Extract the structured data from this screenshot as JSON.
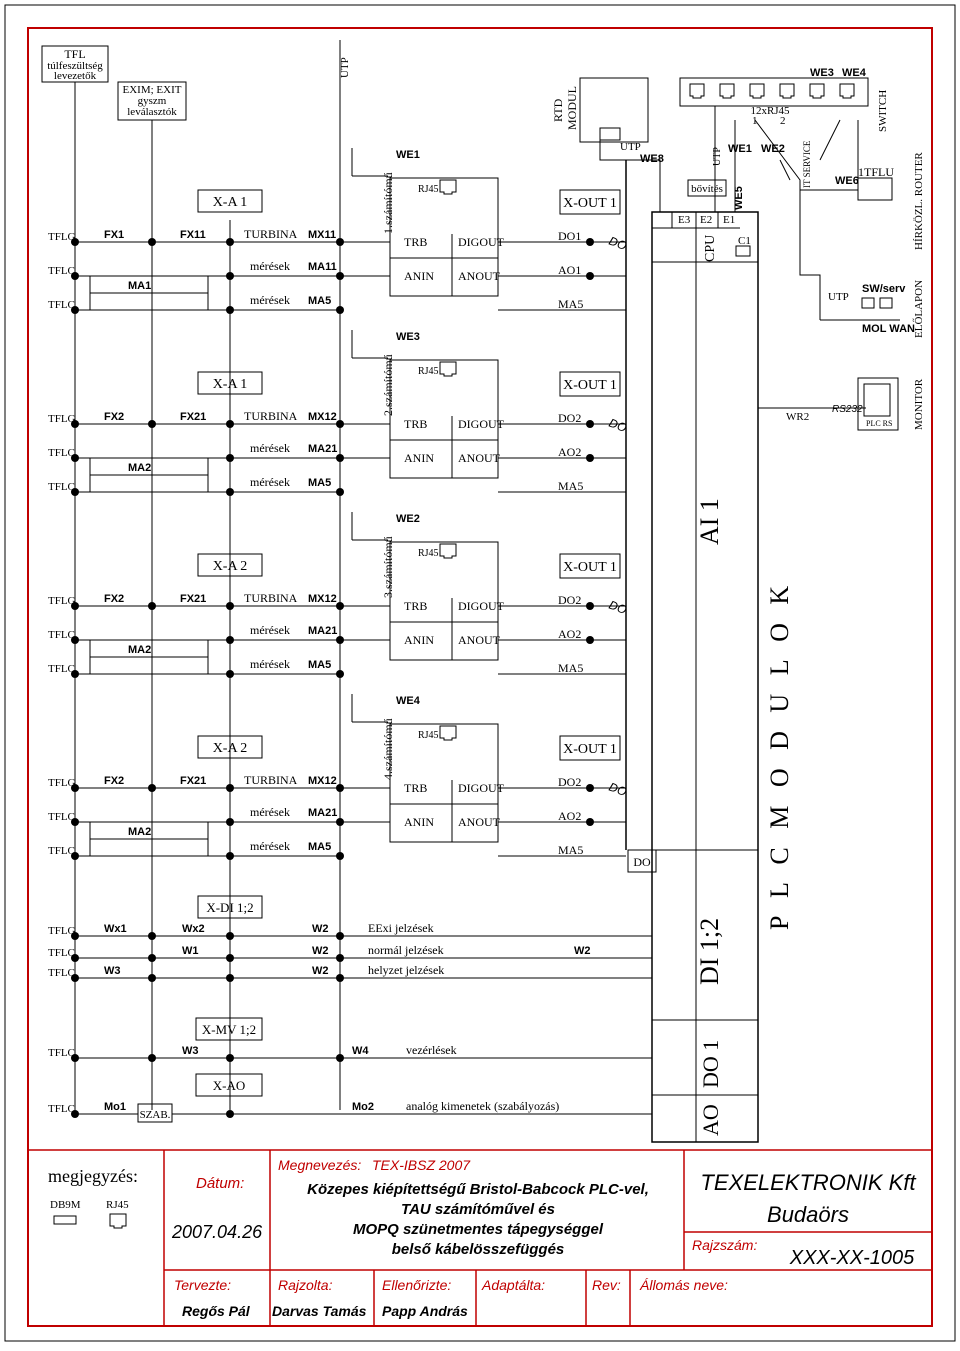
{
  "top_left": {
    "tfl": "TFL",
    "tfl_desc_1": "túlfeszültség",
    "tfl_desc_2": "levezetők",
    "exim": "EXIM; EXIT",
    "exim_desc_1": "gyszm",
    "exim_desc_2": "leválasztók",
    "utp": "UTP"
  },
  "top_right": {
    "rtd": "RTD",
    "modul": "MODUL",
    "utp": "UTP",
    "we8": "WE8",
    "utp2": "UTP",
    "we1": "WE1",
    "we2": "WE2",
    "bovites": "bővítés",
    "we5": "WE5",
    "it_service": "IT SERVICE",
    "we6": "WE6",
    "tflu": "1TFLU",
    "hirkozl": "HÍRKÖZL. ROUTER",
    "we3": "WE3",
    "we4": "WE4",
    "rj45x12": "12xRJ45",
    "n1": "1",
    "n2": "2",
    "switch": "SWITCH",
    "e3": "E3",
    "e2": "E2",
    "e1": "E1",
    "cpu": "CPU",
    "c1": "C1",
    "sw_serv": "SW/serv",
    "utp3": "UTP",
    "mol_wan": "MOL WAN",
    "elolapon": "ELŐLAPON",
    "wr2": "WR2",
    "rs232": "RS232",
    "plc_rs": "PLC RS",
    "monitor": "MONITOR"
  },
  "sections": [
    {
      "xa": "X-A 1",
      "we": "WE1",
      "szam": "1.számítómű",
      "fx": "FX1",
      "fx2": "FX11",
      "mx": "MX11",
      "ma": "MA1",
      "ma_r": "MA11",
      "do": "DO1",
      "ao": "AO1"
    },
    {
      "xa": "X-A 1",
      "we": "WE3",
      "szam": "2.számítómű",
      "fx": "FX2",
      "fx2": "FX21",
      "mx": "MX12",
      "ma": "MA2",
      "ma_r": "MA21",
      "do": "DO2",
      "ao": "AO2"
    },
    {
      "xa": "X-A 2",
      "we": "WE2",
      "szam": "3.számítómű",
      "fx": "FX2",
      "fx2": "FX21",
      "mx": "MX12",
      "ma": "MA2",
      "ma_r": "MA21",
      "do": "DO2",
      "ao": "AO2"
    },
    {
      "xa": "X-A 2",
      "we": "WE4",
      "szam": "4.számítómű",
      "fx": "FX2",
      "fx2": "FX21",
      "mx": "MX12",
      "ma": "MA2",
      "ma_r": "MA21",
      "do": "DO2",
      "ao": "AO2"
    }
  ],
  "common": {
    "tflg": "TFLG",
    "tflc": "TFLC",
    "turbina": "TURBINA",
    "meresek": "mérések",
    "ma5": "MA5",
    "rj45": "RJ45",
    "trb": "TRB",
    "digout": "DIGOUT",
    "anin": "ANIN",
    "anout": "ANOUT",
    "xout": "X-OUT 1",
    "do_it": "DO"
  },
  "di": {
    "xdi": "X-DI 1;2",
    "wx1": "Wx1",
    "wx2": "Wx2",
    "w1": "W1",
    "w3": "W3",
    "w2": "W2",
    "eexi": "EExi jelzések",
    "normal": "normál jelzések",
    "helyzet": "helyzet jelzések",
    "do_box": "DO"
  },
  "mv": {
    "xmv": "X-MV 1;2",
    "w3": "W3",
    "w4": "W4",
    "vezerlesek": "vezérlések",
    "xao": "X-AO",
    "mo1": "Mo1",
    "szab": "SZAB.",
    "mo2": "Mo2",
    "analog": "analóg kimenetek (szabályozás)"
  },
  "plc": {
    "ai": "AI 1",
    "di": "DI 1;2",
    "do": "DO 1",
    "ao": "AO",
    "modulok": "P L C   M O D U L O K"
  },
  "title_block": {
    "megjegyzes": "megjegyzés:",
    "db9m": "DB9M",
    "rj45": "RJ45",
    "datum_label": "Dátum:",
    "datum": "2007.04.26",
    "megnevezes_label": "Megnevezés:",
    "megnevezes_code": "TEX-IBSZ 2007",
    "desc1": "Közepes kiépítettségű Bristol-Babcock PLC-vel,",
    "desc2": "TAU számítóművel és",
    "desc3": "MOPQ szünetmentes tápegységgel",
    "desc4": "belső kábelösszefüggés",
    "company1": "TEXELEKTRONIK Kft",
    "company2": "Budaörs",
    "rajzszam_label": "Rajzszám:",
    "rajzszam": "XXX-XX-1005",
    "tervezte_label": "Tervezte:",
    "tervezte": "Regős Pál",
    "rajzolta_label": "Rajzolta:",
    "rajzolta": "Darvas Tamás",
    "ellenorizte_label": "Ellenőrizte:",
    "ellenorizte": "Papp András",
    "adaptalta_label": "Adaptálta:",
    "rev_label": "Rev:",
    "allomas_label": "Állomás neve:"
  },
  "colors": {
    "border": "#c00000",
    "ink": "#000000"
  }
}
